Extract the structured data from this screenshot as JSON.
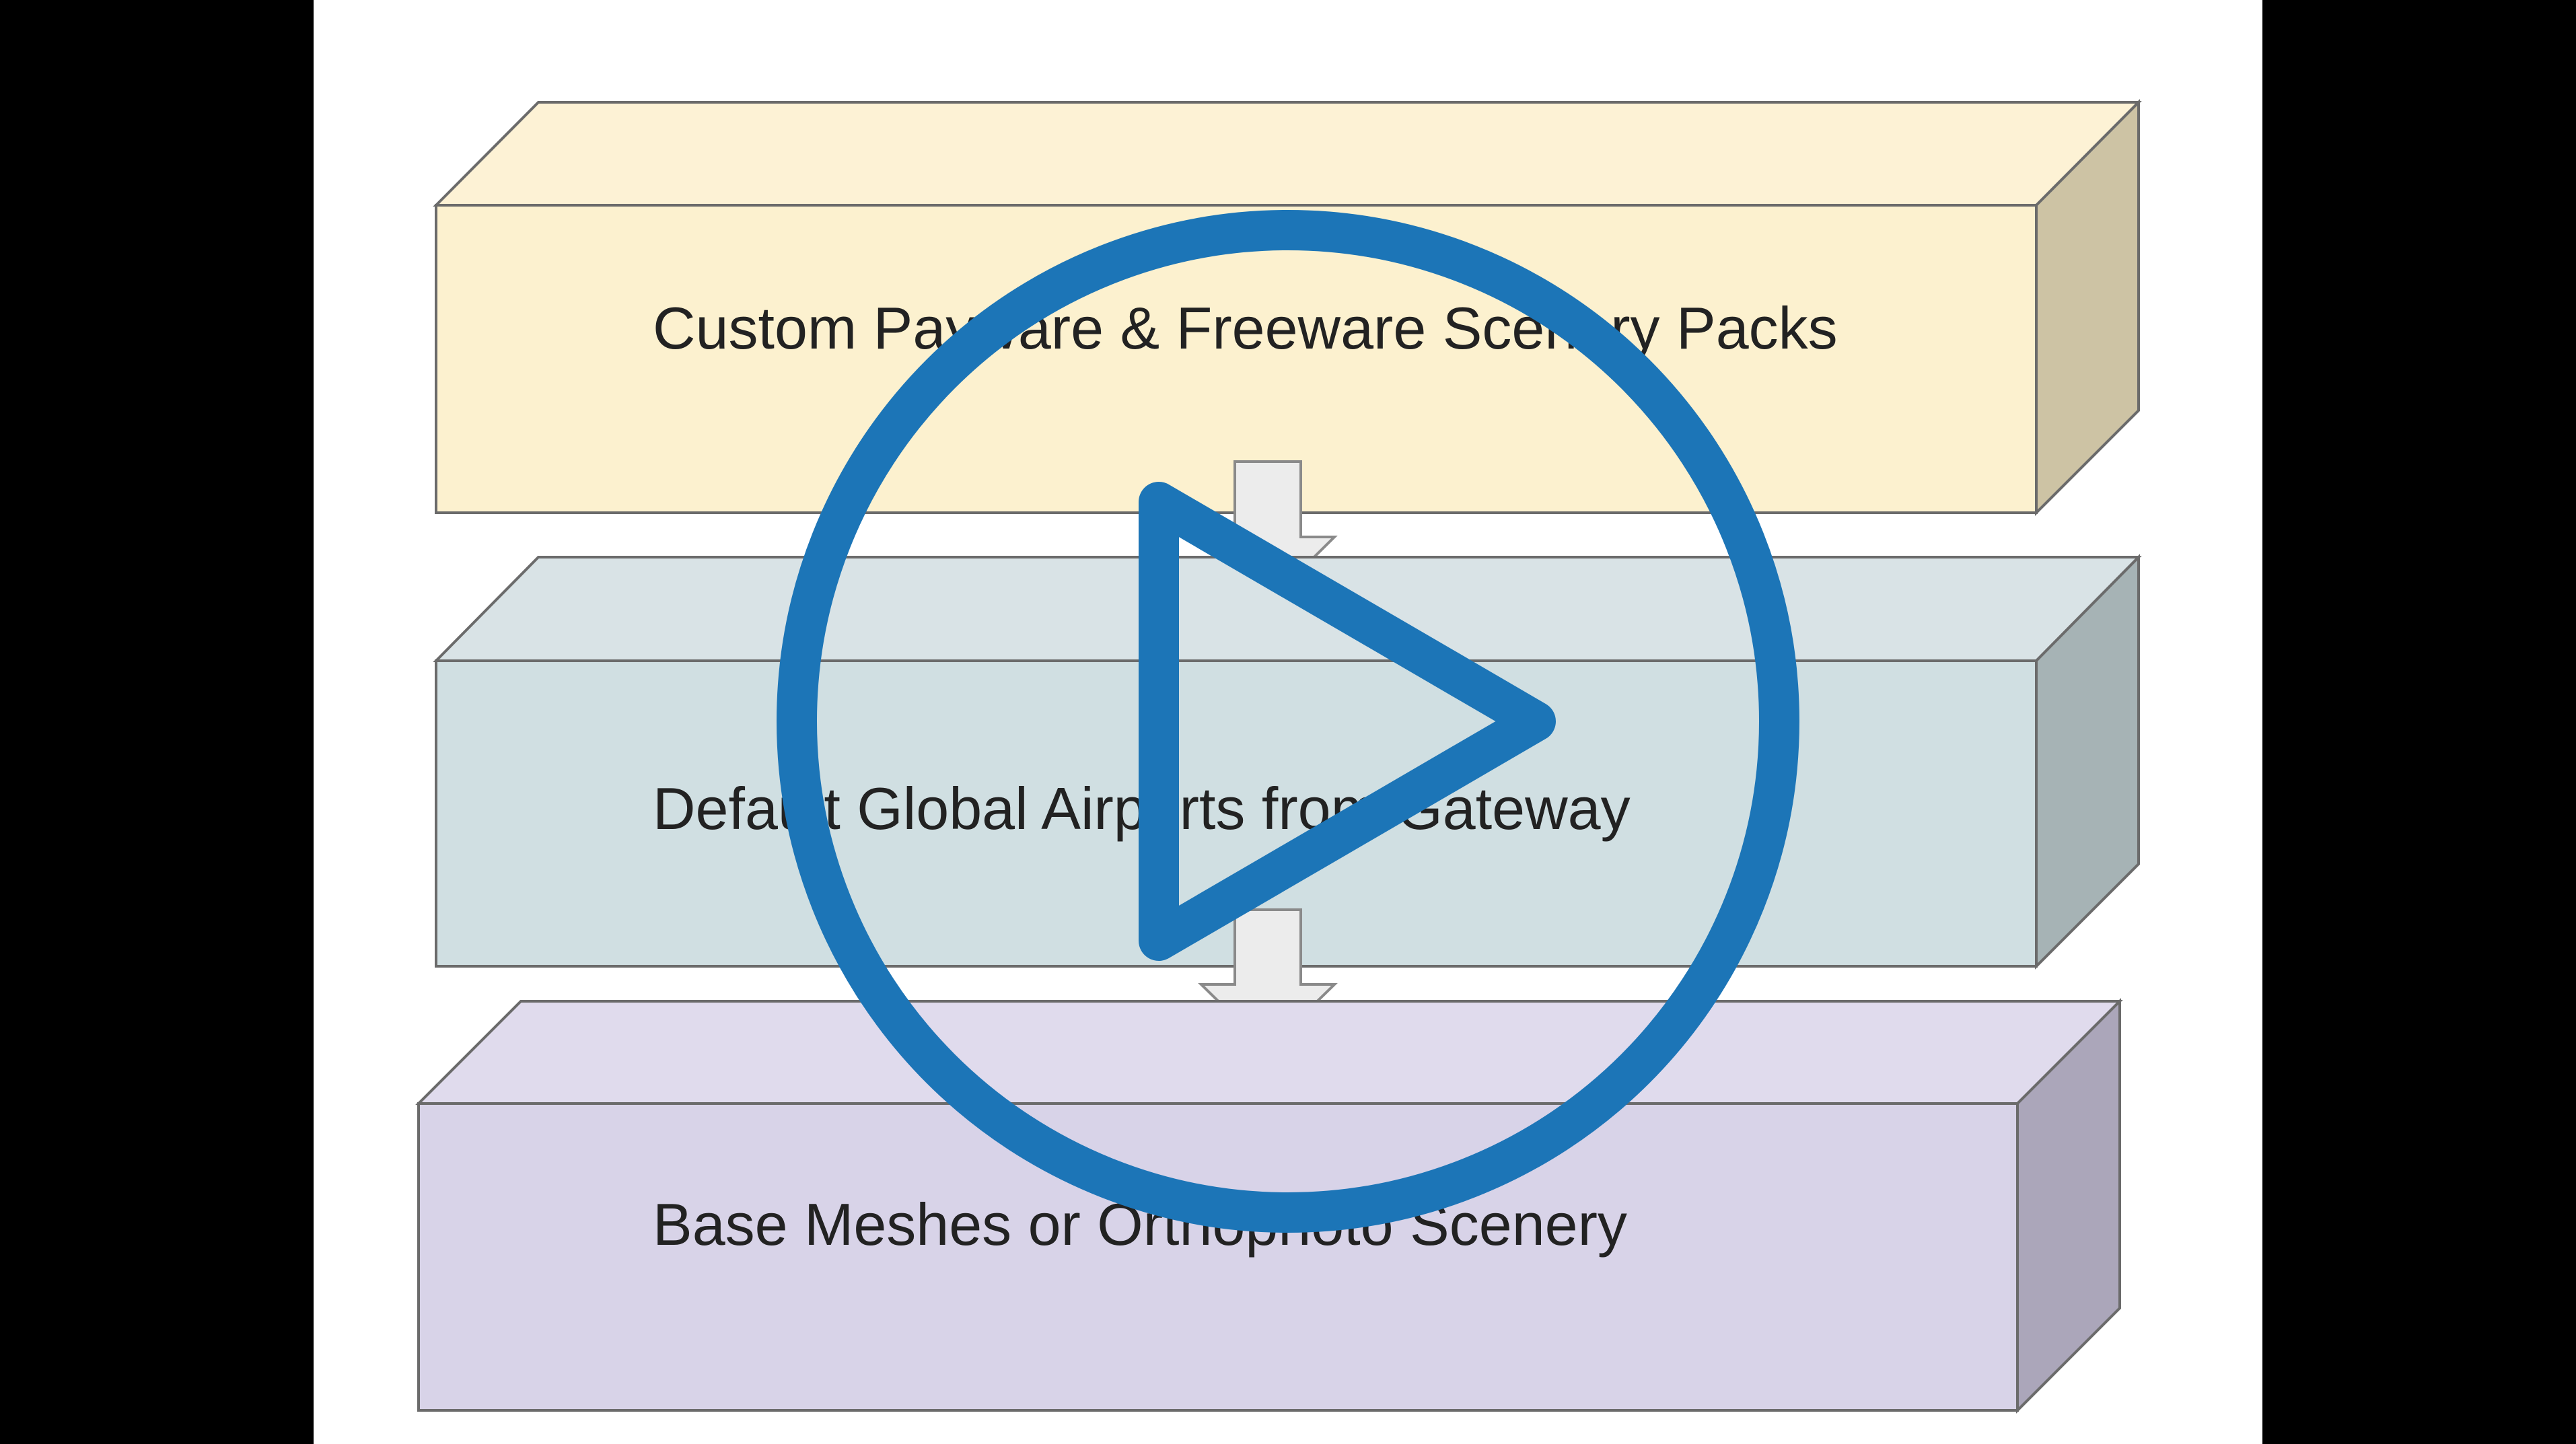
{
  "colors": {
    "letterbox": "#000000",
    "slide_bg": "#ffffff",
    "top_front": "#fcf1cf",
    "top_top": "#fdf2d5",
    "top_side": "#cdc3a4",
    "mid_front": "#d0dfe2",
    "mid_top": "#d9e3e6",
    "mid_side": "#a6b3b5",
    "bot_front": "#d8d3e8",
    "bot_top": "#e0dbed",
    "bot_side": "#aba6ba",
    "arrow_fill": "#ececec",
    "arrow_stroke": "#8a8a8a",
    "play_accent": "#1c75b7"
  },
  "diagram": {
    "layers": [
      {
        "label": "Custom Payware & Freeware Scenery Packs"
      },
      {
        "label": "Default Global Airports from Gateway"
      },
      {
        "label": "Base Meshes or Orthophoto Scenery"
      }
    ]
  },
  "video": {
    "play_icon": "play-icon"
  }
}
